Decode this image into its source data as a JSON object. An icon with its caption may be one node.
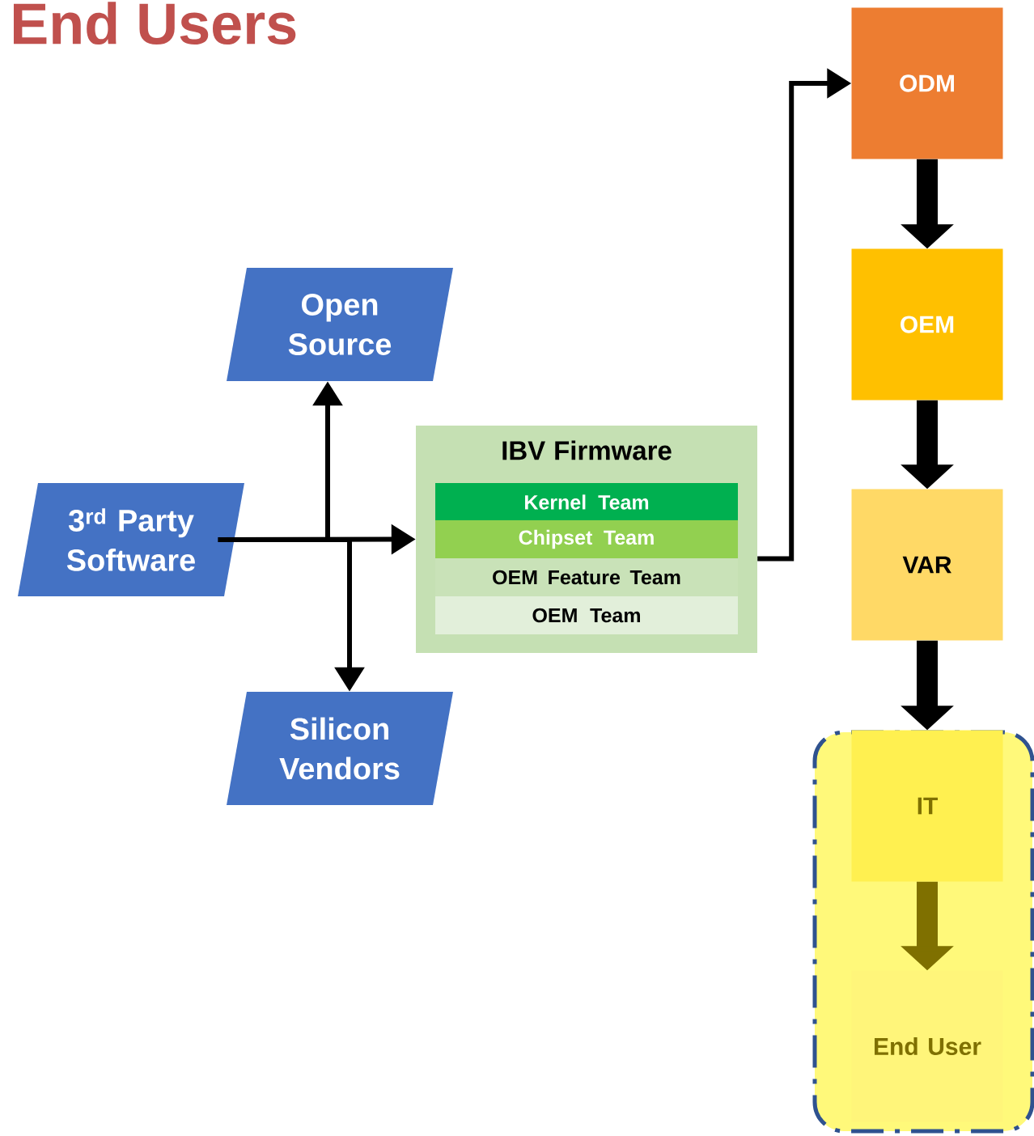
{
  "diagram": {
    "title": "End Users",
    "nodes": [
      {
        "text": [
          "ODM"
        ]
      },
      {
        "text": [
          "OEM"
        ]
      },
      {
        "text": [
          "VAR"
        ]
      },
      {
        "text": [],
        "shape": "box"
      },
      {
        "text": [
          "IT"
        ],
        "in": 3
      },
      {
        "text": [
          "End User"
        ],
        "in": 3
      },
      {
        "text": [
          "Open Source"
        ]
      },
      {
        "text": [
          "3$^{rd}$ Party Software"
        ]
      },
      {
        "text": [
          "IBV Firmware"
        ]
      },
      {
        "text": [
          "Kernel Team"
        ],
        "in": 8
      },
      {
        "text": [
          "Chipset Team"
        ],
        "in": 8
      },
      {
        "text": [
          "OEM Feature Team"
        ],
        "in": 8
      },
      {
        "text": [
          "OEM Team"
        ],
        "in": 8
      },
      {
        "text": [
          "Silicon Vendors"
        ]
      }
    ],
    "edges": [
      {
        "from": 7,
        "to": 8,
        "arrow": "to"
      },
      {
        "from": 7,
        "to": 6,
        "arrow": "to"
      },
      {
        "from": 7,
        "to": 13,
        "arrow": "to"
      },
      {
        "from": 8,
        "to": 0,
        "arrow": "to"
      },
      {
        "from": 0,
        "to": 1,
        "arrow": "to",
        "style": "thick"
      },
      {
        "from": 1,
        "to": 2,
        "arrow": "to",
        "style": "thick"
      },
      {
        "from": 2,
        "to": 4,
        "arrow": "to",
        "style": "thick"
      },
      {
        "from": 4,
        "to": 5,
        "arrow": "to",
        "style": "thick",
        "color": "#7f7000"
      }
    ]
  }
}
